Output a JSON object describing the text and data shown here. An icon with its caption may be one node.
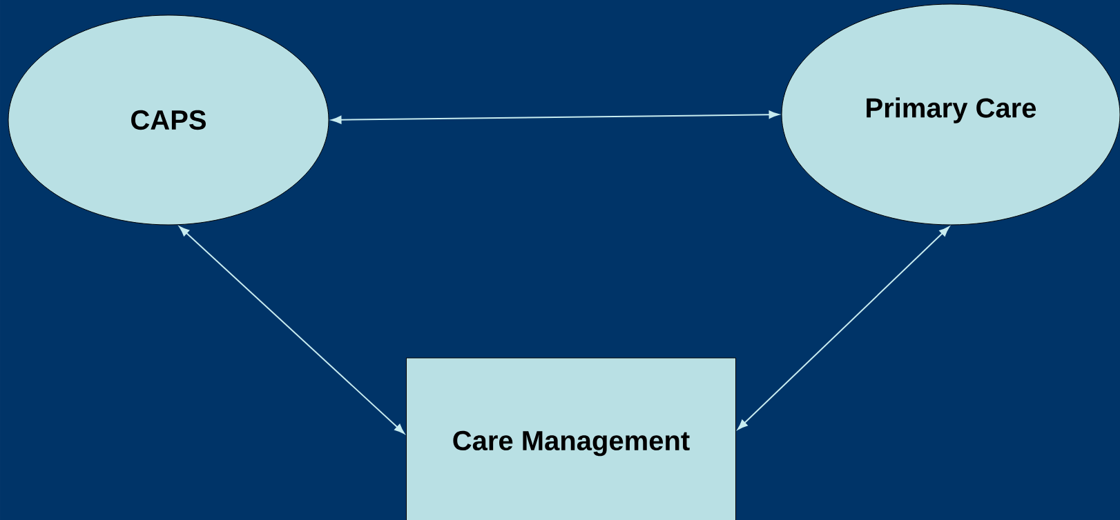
{
  "diagram": {
    "nodes": [
      {
        "text": [
          "CAPS"
        ]
      },
      {
        "text": [
          "Primary Care"
        ]
      },
      {
        "text": [
          "Care Management"
        ]
      }
    ],
    "edges": [
      {
        "from": 0,
        "to": 1,
        "arrow": "both"
      },
      {
        "from": 0,
        "to": 2,
        "arrow": "both"
      },
      {
        "from": 1,
        "to": 2,
        "arrow": "both"
      }
    ]
  }
}
